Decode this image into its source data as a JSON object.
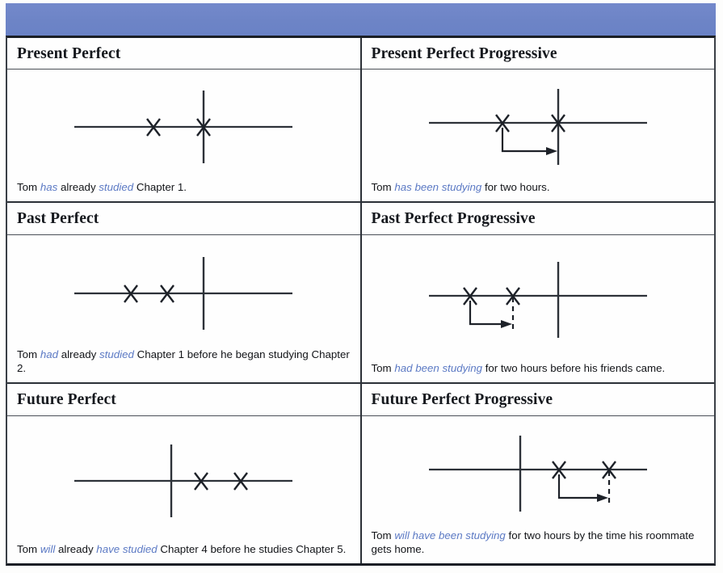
{
  "banner": {
    "color": "#7087c8",
    "label": "decorative-header-bar"
  },
  "colors": {
    "accent_blue": "#5b79c4",
    "banner_blue": "#7087c8",
    "ink": "#15181d",
    "rule": "#2b3037"
  },
  "table": {
    "columns": [
      "simple-perfect",
      "perfect-progressive"
    ],
    "rows": [
      {
        "left": {
          "title": "Present Perfect",
          "caption_parts": [
            {
              "text": "Tom ",
              "style": "plain"
            },
            {
              "text": "has",
              "style": "blue-italic"
            },
            {
              "text": " already ",
              "style": "plain"
            },
            {
              "text": "studied",
              "style": "blue-italic"
            },
            {
              "text": " Chapter 1.",
              "style": "plain"
            }
          ],
          "diagram": {
            "type": "timeline",
            "present_line": "solid",
            "marks": [
              {
                "position": "past",
                "symbol": "X"
              },
              {
                "position": "now",
                "symbol": "X"
              }
            ],
            "duration_arrow": false,
            "end_marker": "none"
          }
        },
        "right": {
          "title": "Present Perfect Progressive",
          "caption_parts": [
            {
              "text": "Tom ",
              "style": "plain"
            },
            {
              "text": "has been studying",
              "style": "blue-italic"
            },
            {
              "text": " for two hours.",
              "style": "plain"
            }
          ],
          "diagram": {
            "type": "timeline",
            "present_line": "solid",
            "marks": [
              {
                "position": "past",
                "symbol": "X"
              },
              {
                "position": "now",
                "symbol": "X"
              }
            ],
            "duration_arrow": true,
            "end_marker": "solid-present-line"
          }
        }
      },
      {
        "left": {
          "title": "Past Perfect",
          "caption_parts": [
            {
              "text": "Tom ",
              "style": "plain"
            },
            {
              "text": "had",
              "style": "blue-italic"
            },
            {
              "text": " already ",
              "style": "plain"
            },
            {
              "text": "studied",
              "style": "blue-italic"
            },
            {
              "text": " Chapter 1 before he began studying Chapter 2.",
              "style": "plain"
            }
          ],
          "diagram": {
            "type": "timeline",
            "present_line": "solid",
            "marks": [
              {
                "position": "earlier-past",
                "symbol": "X"
              },
              {
                "position": "later-past",
                "symbol": "X"
              }
            ],
            "duration_arrow": false,
            "end_marker": "none"
          }
        },
        "right": {
          "title": "Past Perfect Progressive",
          "caption_parts": [
            {
              "text": "Tom ",
              "style": "plain"
            },
            {
              "text": "had been studying",
              "style": "blue-italic"
            },
            {
              "text": " for two hours before his friends came.",
              "style": "plain"
            }
          ],
          "diagram": {
            "type": "timeline",
            "present_line": "solid",
            "marks": [
              {
                "position": "earlier-past",
                "symbol": "X"
              },
              {
                "position": "later-past",
                "symbol": "X"
              }
            ],
            "duration_arrow": true,
            "end_marker": "dashed"
          }
        }
      },
      {
        "left": {
          "title": "Future Perfect",
          "caption_parts": [
            {
              "text": "Tom ",
              "style": "plain"
            },
            {
              "text": "will",
              "style": "blue-italic"
            },
            {
              "text": " already ",
              "style": "plain"
            },
            {
              "text": "have studied",
              "style": "blue-italic"
            },
            {
              "text": " Chapter 4 before he studies Chapter 5.",
              "style": "plain"
            }
          ],
          "diagram": {
            "type": "timeline",
            "present_line": "solid",
            "marks": [
              {
                "position": "earlier-future",
                "symbol": "X"
              },
              {
                "position": "later-future",
                "symbol": "X"
              }
            ],
            "duration_arrow": false,
            "end_marker": "none"
          }
        },
        "right": {
          "title": "Future Perfect Progressive",
          "caption_parts": [
            {
              "text": "Tom ",
              "style": "plain"
            },
            {
              "text": "will have been studying",
              "style": "blue-italic"
            },
            {
              "text": " for two hours by the time his roommate gets home.",
              "style": "plain"
            }
          ],
          "diagram": {
            "type": "timeline",
            "present_line": "solid",
            "marks": [
              {
                "position": "earlier-future",
                "symbol": "X"
              },
              {
                "position": "later-future",
                "symbol": "X"
              }
            ],
            "duration_arrow": true,
            "end_marker": "dashed"
          }
        }
      }
    ]
  }
}
